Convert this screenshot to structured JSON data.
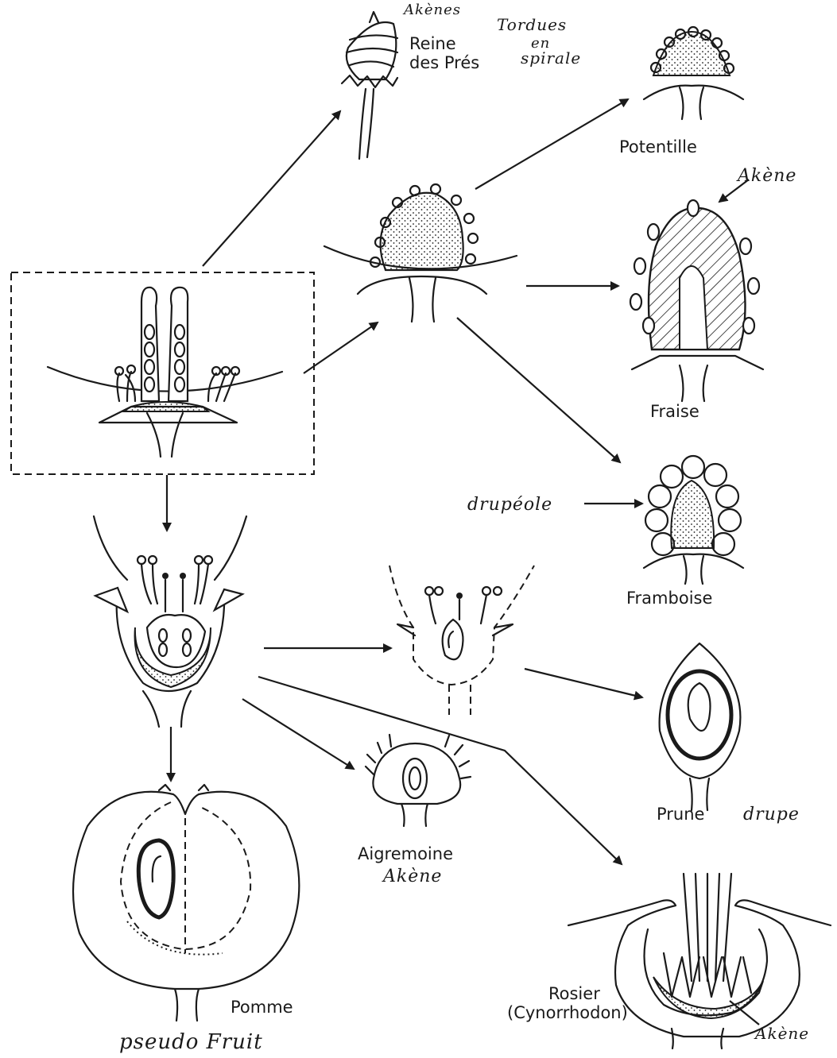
{
  "labels": {
    "reine_line1": "Reine",
    "reine_line2": "des Prés",
    "potentille": "Potentille",
    "fraise": "Fraise",
    "framboise": "Framboise",
    "prune": "Prune",
    "aigremoine": "Aigremoine",
    "pomme": "Pomme",
    "rosier_line1": "Rosier",
    "rosier_line2": "(Cynorrhodon)"
  },
  "handwritten": {
    "akenes": "Akènes",
    "tordues": "Tordues",
    "en": "en",
    "spirale": "spirale",
    "akene_fraise": "Akène",
    "drupeole": "drupéole",
    "drupe": "drupe",
    "akene_aigremoine": "Akène",
    "pseudo_fruit": "pseudo Fruit",
    "akene_rosier": "Akène"
  },
  "colors": {
    "ink": "#1a1a1a",
    "background": "#ffffff"
  }
}
